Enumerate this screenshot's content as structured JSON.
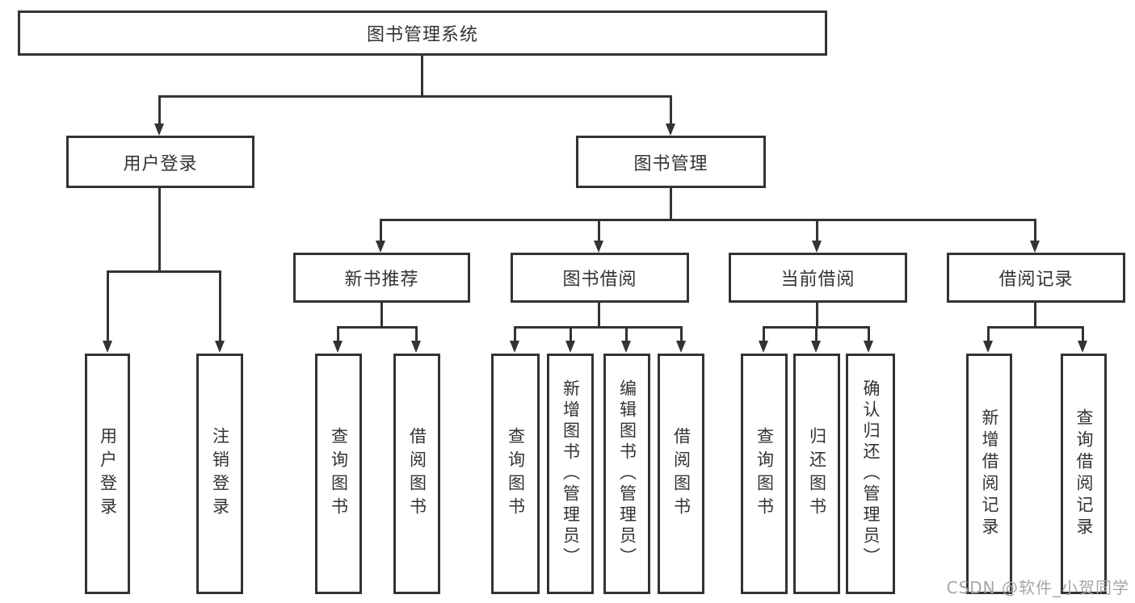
{
  "diagram": {
    "title": "图书管理系统",
    "branches": {
      "user_login": {
        "label": "用户登录",
        "children": [
          "用户登录",
          "注销登录"
        ]
      },
      "book_management": {
        "label": "图书管理",
        "sections": [
          {
            "label": "新书推荐",
            "children": [
              "查询图书",
              "借阅图书"
            ]
          },
          {
            "label": "图书借阅",
            "children": [
              "查询图书",
              "新增图书（管理员）",
              "编辑图书（管理员）",
              "借阅图书"
            ]
          },
          {
            "label": "当前借阅",
            "children": [
              "查询图书",
              "归还图书",
              "确认归还（管理员）"
            ]
          },
          {
            "label": "借阅记录",
            "children": [
              "新增借阅记录",
              "查询借阅记录"
            ]
          }
        ]
      }
    },
    "watermark": "CSDN @软件_小贺同学",
    "colors": {
      "line": "#333333",
      "background": "#ffffff",
      "watermark": "#a6a6a6"
    }
  }
}
